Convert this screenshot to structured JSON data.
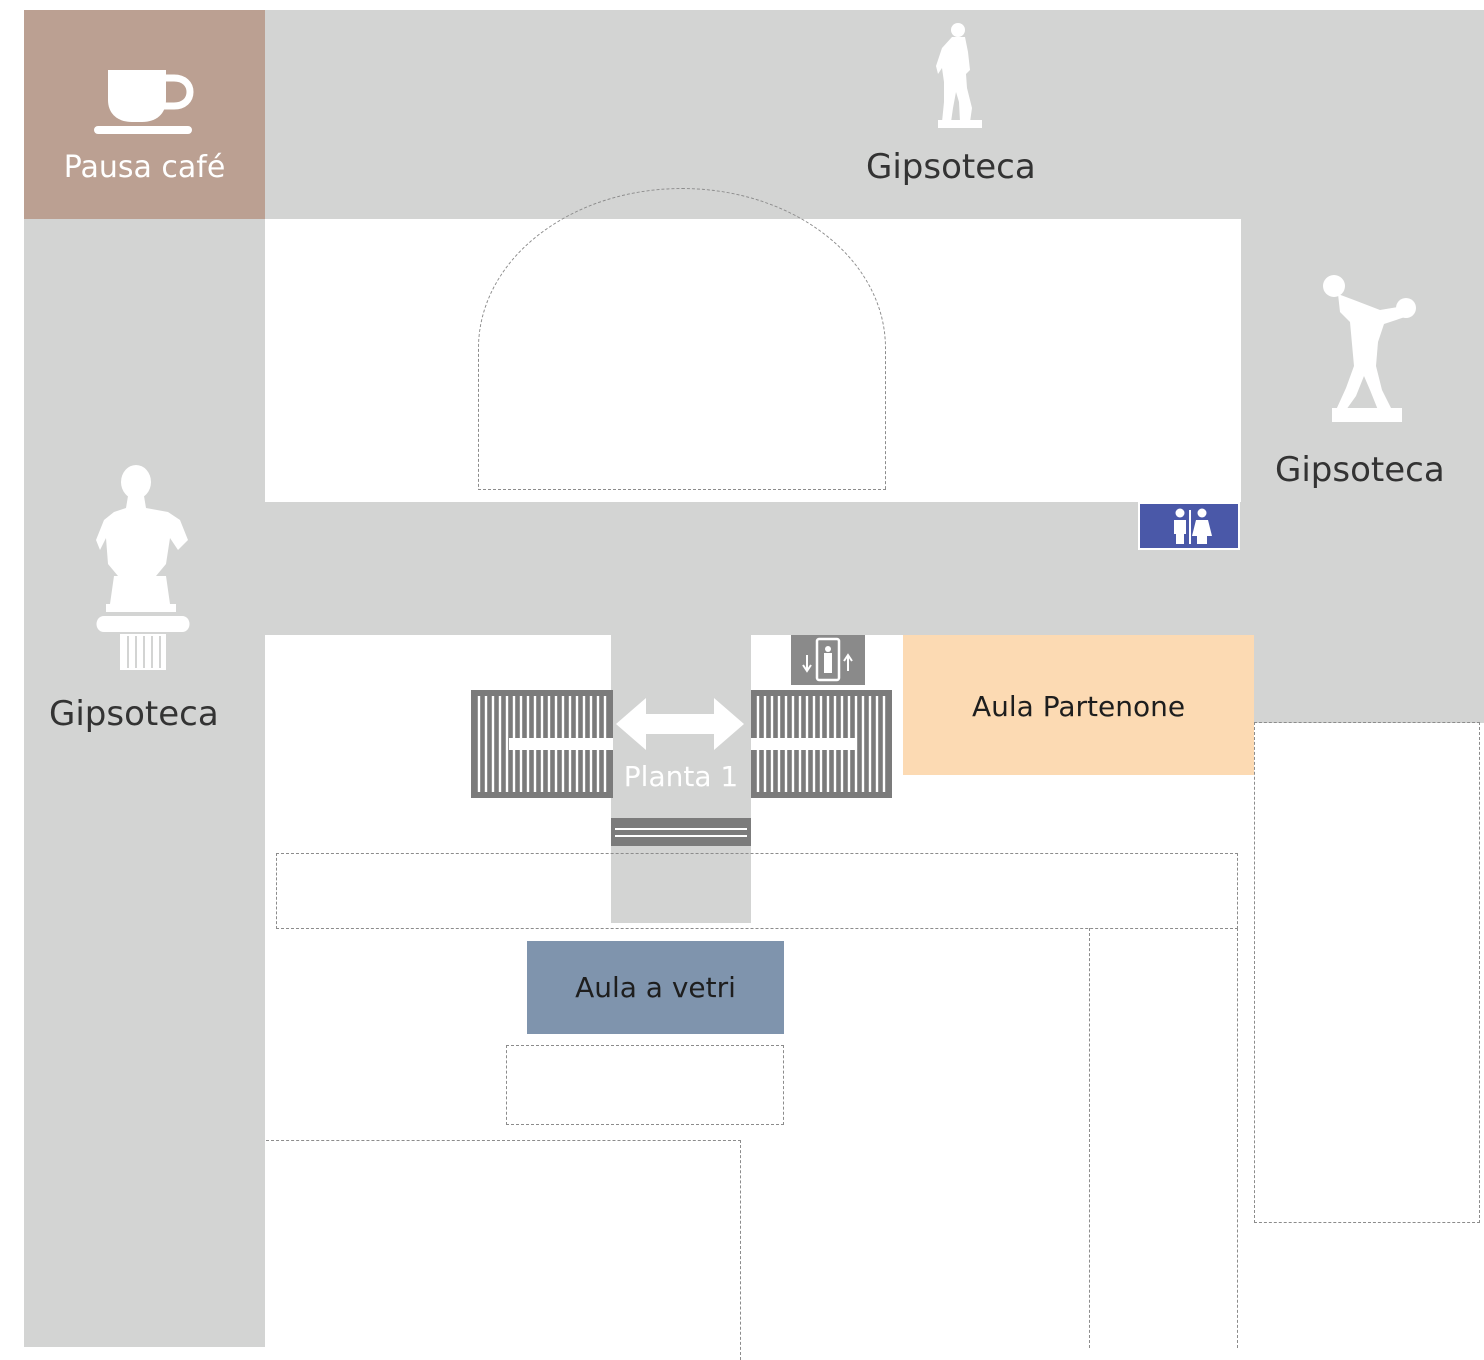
{
  "cafe": {
    "label": "Pausa café",
    "icon": "coffee-cup-icon",
    "color": "#bba092"
  },
  "galleries": {
    "top": {
      "label": "Gipsoteca",
      "icon": "david-statue-icon"
    },
    "right": {
      "label": "Gipsoteca",
      "icon": "discobolus-statue-icon"
    },
    "left": {
      "label": "Gipsoteca",
      "icon": "bust-on-column-icon"
    }
  },
  "rooms": {
    "partenone": {
      "label": "Aula Partenone",
      "color": "#fcdab3"
    },
    "vetri": {
      "label": "Aula a vetri",
      "color": "#7f94ad"
    }
  },
  "stairs": {
    "label": "Planta 1",
    "icon": "double-arrow-icon"
  },
  "facilities": {
    "restroom": {
      "icon": "restroom-icon",
      "color": "#4a58a8"
    },
    "elevator": {
      "icon": "elevator-icon",
      "color": "#8a8a8a"
    }
  },
  "colors": {
    "corridor": "#d3d4d3",
    "stairs": "#7b7b7b"
  }
}
